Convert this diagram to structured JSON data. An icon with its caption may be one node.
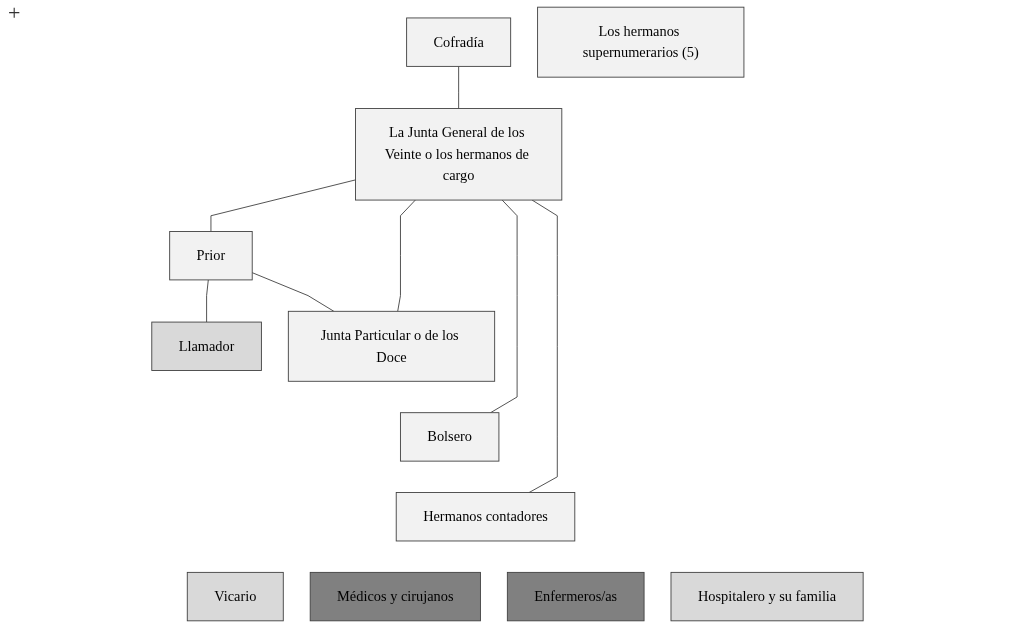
{
  "diagram": {
    "nodes": [
      {
        "text": [
          "Cofradía"
        ]
      },
      {
        "text": [
          "Los hermanos supernumerarios (5)"
        ]
      },
      {
        "text": [
          "La Junta General de los Veinte o los hermanos de cargo"
        ]
      },
      {
        "text": [
          "Prior"
        ]
      },
      {
        "text": [
          "Llamador"
        ]
      },
      {
        "text": [
          "Junta Particular o de los Doce"
        ]
      },
      {
        "text": [
          "Bolsero"
        ]
      },
      {
        "text": [
          "Hermanos contadores"
        ]
      },
      {
        "text": [
          "Vicario"
        ]
      },
      {
        "text": [
          "Médicos y cirujanos"
        ]
      },
      {
        "text": [
          "Enfermeros/as"
        ]
      },
      {
        "text": [
          "Hospitalero y su familia"
        ]
      }
    ],
    "edges": [
      {
        "from": 0,
        "to": 2,
        "arrow": "none"
      },
      {
        "from": 2,
        "to": 3,
        "arrow": "none"
      },
      {
        "from": 2,
        "to": 5,
        "arrow": "none"
      },
      {
        "from": 3,
        "to": 5,
        "arrow": "none"
      },
      {
        "from": 3,
        "to": 4,
        "arrow": "none"
      },
      {
        "from": 2,
        "to": 6,
        "arrow": "none"
      },
      {
        "from": 2,
        "to": 7,
        "arrow": "none"
      }
    ],
    "labels": [
      "+"
    ]
  }
}
